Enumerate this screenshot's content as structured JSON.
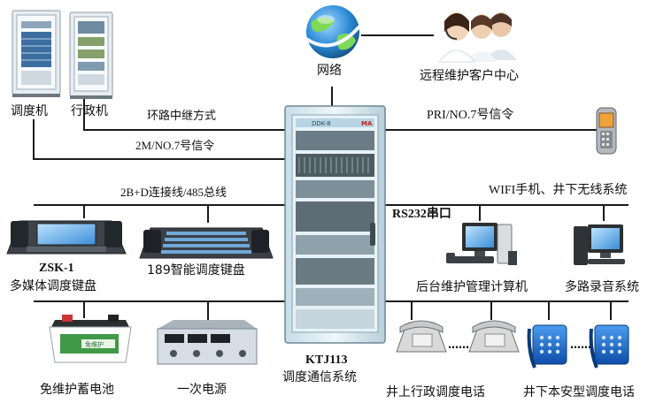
{
  "labels": {
    "dispatch_machine": "调度机",
    "admin_machine": "行政机",
    "network": "网络",
    "remote_center": "远程维护客户中心",
    "loop_relay": "环路中继方式",
    "pri_signal": "PRI/NO.7号信令",
    "link_2m": "2M/NO.7号信令",
    "bus_2bd": "2B+D连接线/485总线",
    "wifi": "WIFI手机、井下无线系统",
    "rs232": "RS232串口",
    "zsk_model": "ZSK-1",
    "zsk_name": "多媒体调度键盘",
    "keyboard_189": "189智能调度键盘",
    "backend_pc": "后台维护管理计算机",
    "recorder": "多路录音系统",
    "battery": "免维护蓄电池",
    "power": "一次电源",
    "ktj_model": "KTJ113",
    "ktj_name": "调度通信系统",
    "surface_phone": "井上行政调度电话",
    "underground_phone": "井下本安型调度电话",
    "dots_1": "……",
    "dots_2": "……"
  },
  "devices": {
    "cabinet_brand": "DDK-8",
    "cabinet_logo": "MA",
    "battery_brand": "免维护"
  },
  "colors": {
    "line": "#1a1a1a",
    "cabinet_body": "#d9ecf4",
    "globe": "#2b8ad6",
    "phone_blue": "#1e6fd0",
    "phone_gray": "#d9d9d9",
    "battery_green": "#3f9a48",
    "power_box": "#d6dde4"
  }
}
